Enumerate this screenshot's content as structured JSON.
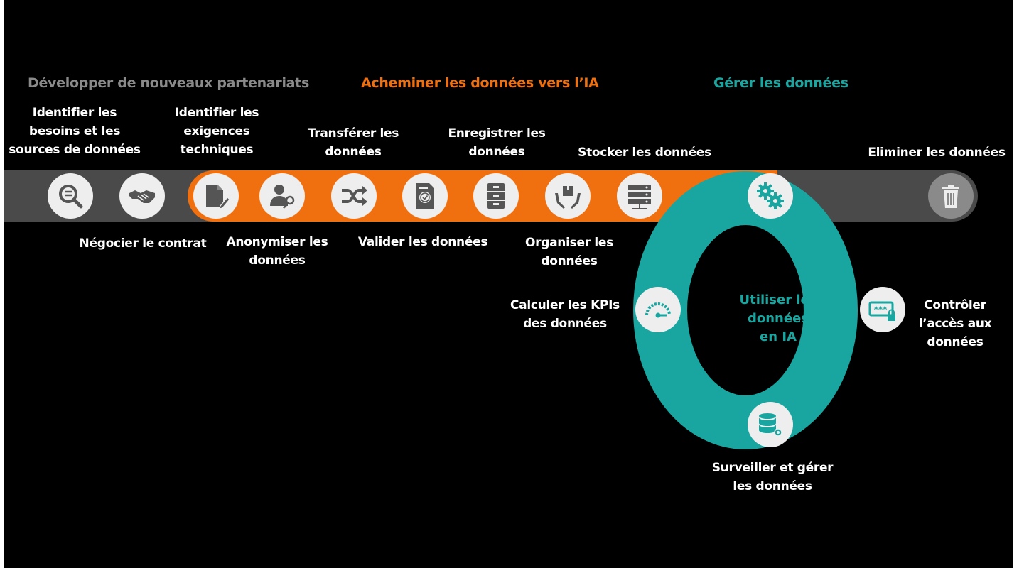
{
  "phases": {
    "partnerships": {
      "label": "Développer de nouveaux partenariats",
      "color": "#8a8a8a"
    },
    "routing": {
      "label": "Acheminer les données vers l’IA",
      "color": "#f07010"
    },
    "manage": {
      "label": "Gérer les données",
      "color": "#1aa6a0"
    }
  },
  "steps": {
    "identify_needs": "Identifier les\nbesoins et les\nsources de données",
    "negotiate": "Négocier le contrat",
    "identify_tech": "Identifier les\nexigences\ntechniques",
    "anonymize": "Anonymiser les\ndonnées",
    "transfer": "Transférer les\ndonnées",
    "validate": "Valider les données",
    "register": "Enregistrer les\ndonnées",
    "organize": "Organiser les\ndonnées",
    "store": "Stocker les données",
    "eliminate": "Eliminer les données"
  },
  "cycle": {
    "center": "Utiliser les données\nen IA",
    "kpi": "Calculer les KPIs\ndes données",
    "access": "Contrôler\nl’accès aux\ndonnées",
    "monitor": "Surveiller et gérer\nles données"
  },
  "colors": {
    "gray_band": "#4a4a4a",
    "orange": "#f07010",
    "teal": "#1aa6a0",
    "node_bg": "#eeeeee",
    "node_fg": "#555555",
    "trash_bg": "#8a8a8a"
  },
  "icons": [
    "search-icon",
    "handshake-icon",
    "document-pen-icon",
    "user-key-icon",
    "shuffle-icon",
    "certificate-icon",
    "filing-cabinet-icon",
    "hands-box-icon",
    "server-icon",
    "gears-icon",
    "trash-icon",
    "gauge-icon",
    "password-lock-icon",
    "database-gear-icon"
  ]
}
